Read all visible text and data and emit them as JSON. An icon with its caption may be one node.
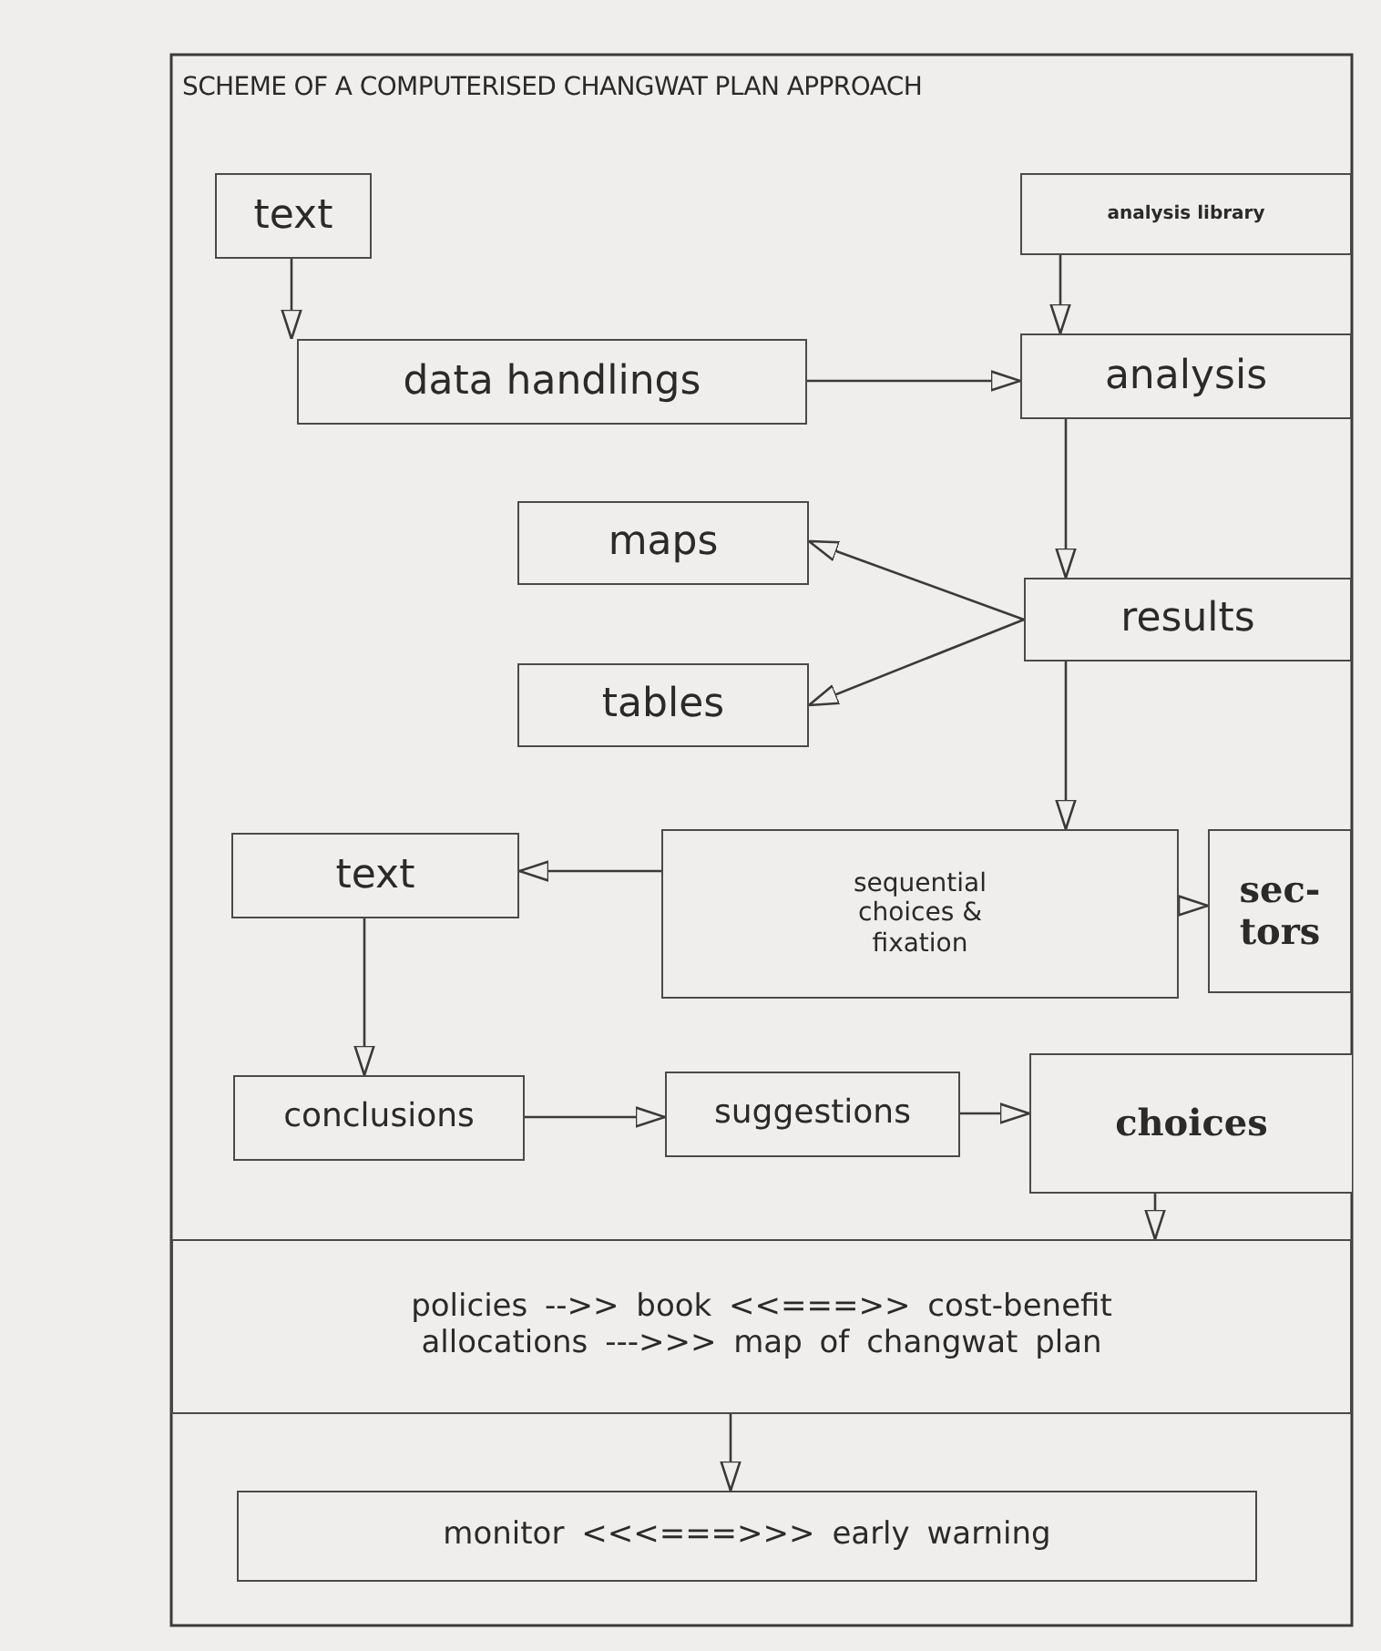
{
  "diagram": {
    "title": "SCHEME OF A COMPUTERISED CHANGWAT PLAN APPROACH",
    "nodes": [
      {
        "text": [
          "text"
        ]
      },
      {
        "text": [
          "analysis library"
        ]
      },
      {
        "text": [
          "data handlings"
        ]
      },
      {
        "text": [
          "analysis"
        ]
      },
      {
        "text": [
          "maps"
        ]
      },
      {
        "text": [
          "results"
        ]
      },
      {
        "text": [
          "tables"
        ]
      },
      {
        "text": [
          "text"
        ]
      },
      {
        "text": [
          "sequential choices & fixation"
        ]
      },
      {
        "text": [
          "sec- tors"
        ]
      },
      {
        "text": [
          "conclusions"
        ]
      },
      {
        "text": [
          "suggestions"
        ]
      },
      {
        "text": [
          "choices"
        ]
      },
      {
        "text": [
          "policies -->> book <<===>> cost-benefit",
          "allocations --->>> map of changwat plan"
        ]
      },
      {
        "text": [
          "monitor <<<===>>> early warning"
        ]
      }
    ],
    "edges": [
      {
        "from": 0,
        "to": 2,
        "arrow": "to"
      },
      {
        "from": 1,
        "to": 3,
        "arrow": "to"
      },
      {
        "from": 2,
        "to": 3,
        "arrow": "to"
      },
      {
        "from": 3,
        "to": 5,
        "arrow": "to"
      },
      {
        "from": 5,
        "to": 4,
        "arrow": "to"
      },
      {
        "from": 5,
        "to": 6,
        "arrow": "to"
      },
      {
        "from": 5,
        "to": 8,
        "arrow": "to"
      },
      {
        "from": 8,
        "to": 7,
        "arrow": "to"
      },
      {
        "from": 8,
        "to": 9,
        "arrow": "to"
      },
      {
        "from": 7,
        "to": 10,
        "arrow": "to"
      },
      {
        "from": 10,
        "to": 11,
        "arrow": "to"
      },
      {
        "from": 11,
        "to": 12,
        "arrow": "to"
      },
      {
        "from": 12,
        "to": 13,
        "arrow": "to"
      },
      {
        "from": 13,
        "to": 14,
        "arrow": "to"
      }
    ]
  }
}
